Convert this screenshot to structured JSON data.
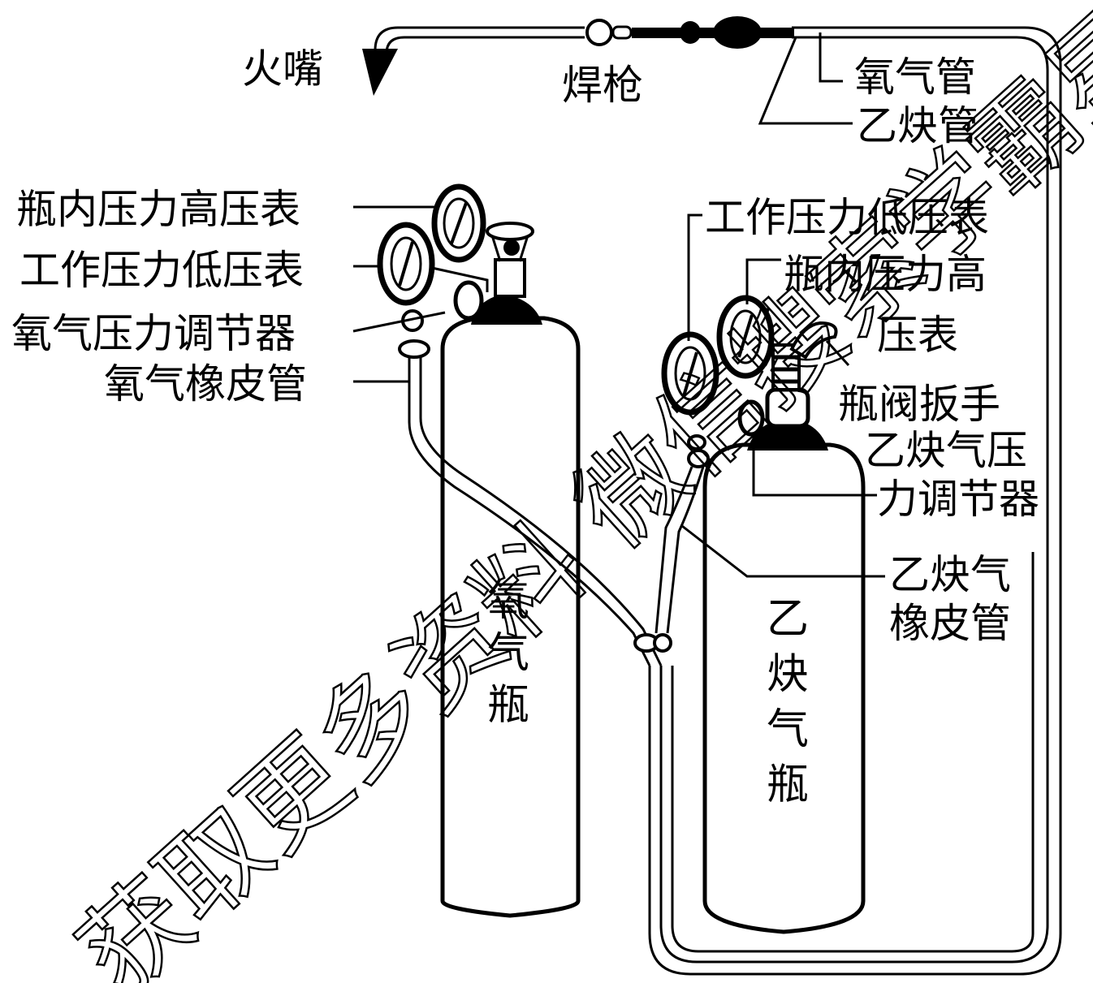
{
  "labels": {
    "nozzle": "火嘴",
    "torch": "焊枪",
    "oxygen_hose_top": "氧气管",
    "acetylene_hose_top": "乙炔管",
    "left_high_gauge": "瓶内压力高压表",
    "left_low_gauge": "工作压力低压表",
    "oxygen_regulator": "氧气压力调节器",
    "oxygen_rubber_hose": "氧气橡皮管",
    "right_low_gauge": "工作压力低压表",
    "right_high_gauge_line1": "瓶内压力高",
    "right_high_gauge_line2": "压表",
    "valve_wrench": "瓶阀扳手",
    "acetylene_regulator_line1": "乙炔气压",
    "acetylene_regulator_line2": "力调节器",
    "acetylene_hose_line1": "乙炔气",
    "acetylene_hose_line2": "橡皮管"
  },
  "tanks": {
    "oxygen": [
      "氧",
      "气",
      "瓶"
    ],
    "acetylene": [
      "乙",
      "炔",
      "气",
      "瓶"
    ]
  },
  "watermark": "获取更多资料 微信搜索学霸星球"
}
